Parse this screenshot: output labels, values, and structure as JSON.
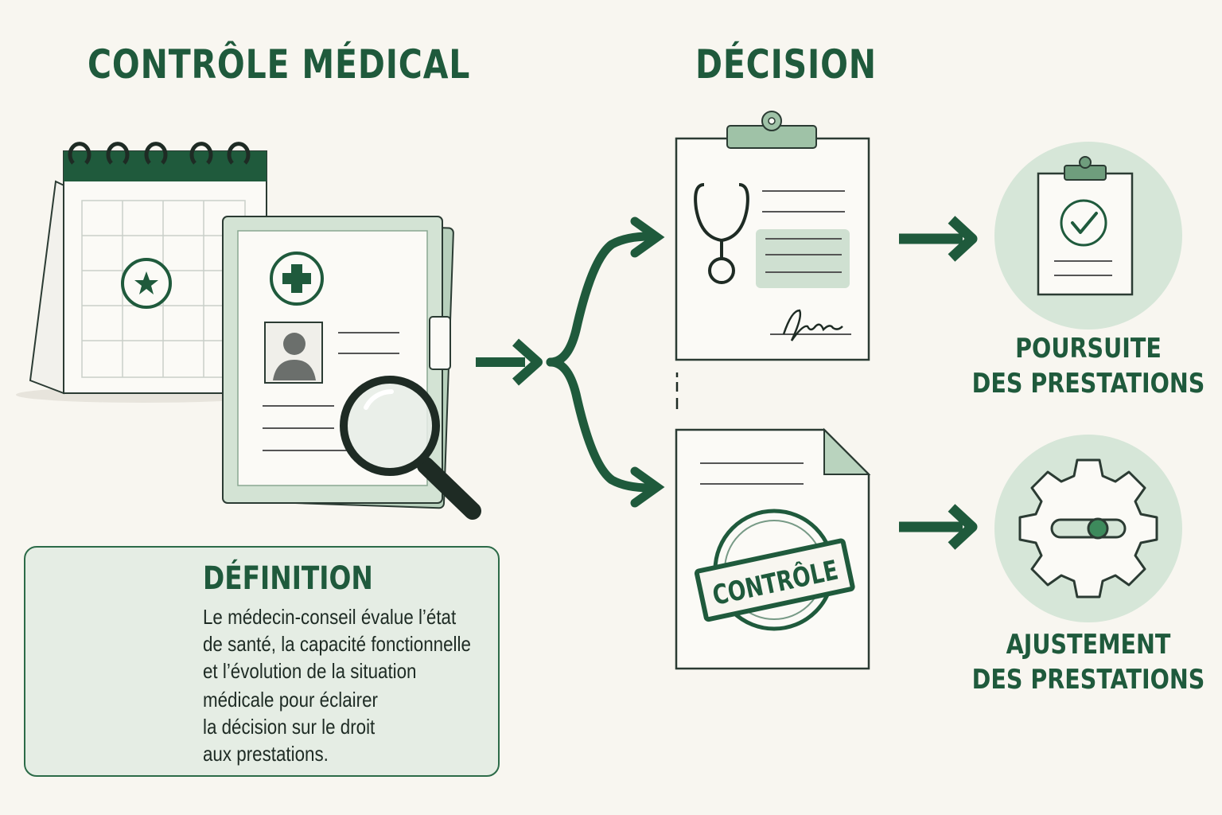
{
  "headings": {
    "left": "CONTRÔLE MÉDICAL",
    "right": "DÉCISION"
  },
  "outcomes": [
    {
      "line1": "POURSUITE",
      "line2": "DES PRESTATIONS",
      "icon": "clipboard-check-icon"
    },
    {
      "line1": "AJUSTEMENT",
      "line2": "DES PRESTATIONS",
      "icon": "gear-slider-icon"
    }
  ],
  "stamp_text": "CONTRÔLE",
  "definition": {
    "title": "DÉFINITION",
    "lines": [
      "Le médecin-conseil évalue l’état",
      "de santé, la capacité fonctionnelle",
      "et l’évolution de la situation",
      "médicale pour éclairer",
      "la décision sur le droit",
      "aux prestations."
    ]
  },
  "colors": {
    "primary": "#1f5a3c",
    "light_green": "#a9c9b0",
    "pale_green": "#e5ede4",
    "background": "#f8f6f0"
  }
}
